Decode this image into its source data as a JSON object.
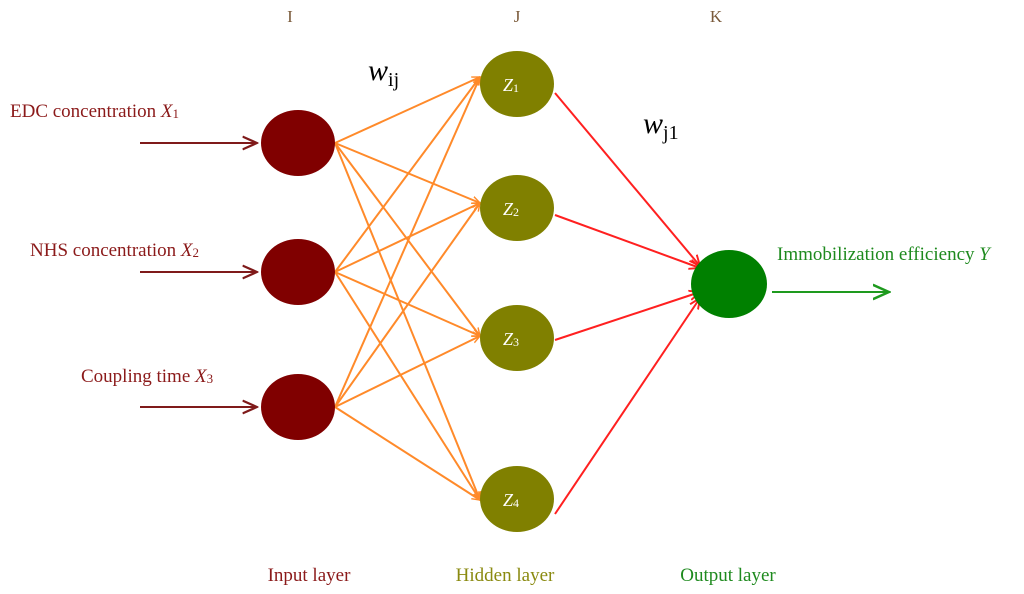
{
  "column_headers": {
    "input": "I",
    "hidden": "J",
    "output": "K"
  },
  "inputs": [
    {
      "label": "EDC concentration ",
      "var": "X",
      "sub": "1"
    },
    {
      "label": "NHS concentration ",
      "var": "X",
      "sub": "2"
    },
    {
      "label": "Coupling time ",
      "var": "X",
      "sub": "3"
    }
  ],
  "hidden_nodes": [
    {
      "var": "Z",
      "sub": "1"
    },
    {
      "var": "Z",
      "sub": "2"
    },
    {
      "var": "Z",
      "sub": "3"
    },
    {
      "var": "Z",
      "sub": "4"
    }
  ],
  "output": {
    "label": "Immobilization efficiency ",
    "var": "Y"
  },
  "weights": {
    "input_hidden": {
      "var": "w",
      "sub": "ij"
    },
    "hidden_output": {
      "var": "w",
      "sub": "j1"
    }
  },
  "layer_labels": {
    "input": "Input layer",
    "hidden": "Hidden layer",
    "output": "Output layer"
  },
  "colors": {
    "input_node": "#800000",
    "hidden_node": "#808000",
    "output_node": "#008000",
    "input_arrow": "#7f1a1a",
    "input_hidden_edge": "#ff8a2a",
    "hidden_output_edge": "#ff2020",
    "output_arrow": "#1e9a1e",
    "input_text": "#8b1a1a",
    "hidden_text": "#8a8a10",
    "output_text": "#1e8a1e",
    "header_text": "#7a5a3a"
  }
}
